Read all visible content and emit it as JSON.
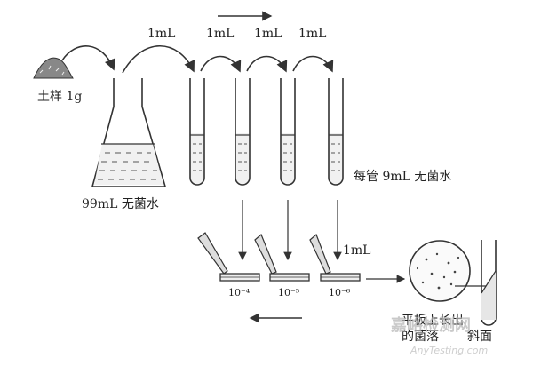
{
  "labels": {
    "soil_sample": "土样 1g",
    "flask_water": "99mL 无菌水",
    "tube_water": "每管 9mL 无菌水",
    "transfer_1": "1mL",
    "transfer_2": "1mL",
    "transfer_3": "1mL",
    "transfer_4": "1mL",
    "plate_transfer": "1mL",
    "dilution_1": "10⁻⁴",
    "dilution_2": "10⁻⁵",
    "dilution_3": "10⁻⁶",
    "result_1": "平板上长出",
    "result_2": "的菌落",
    "slant": "斜面"
  },
  "watermark": {
    "text": "嘉峪检测网",
    "sub": "AnyTesting.com"
  }
}
